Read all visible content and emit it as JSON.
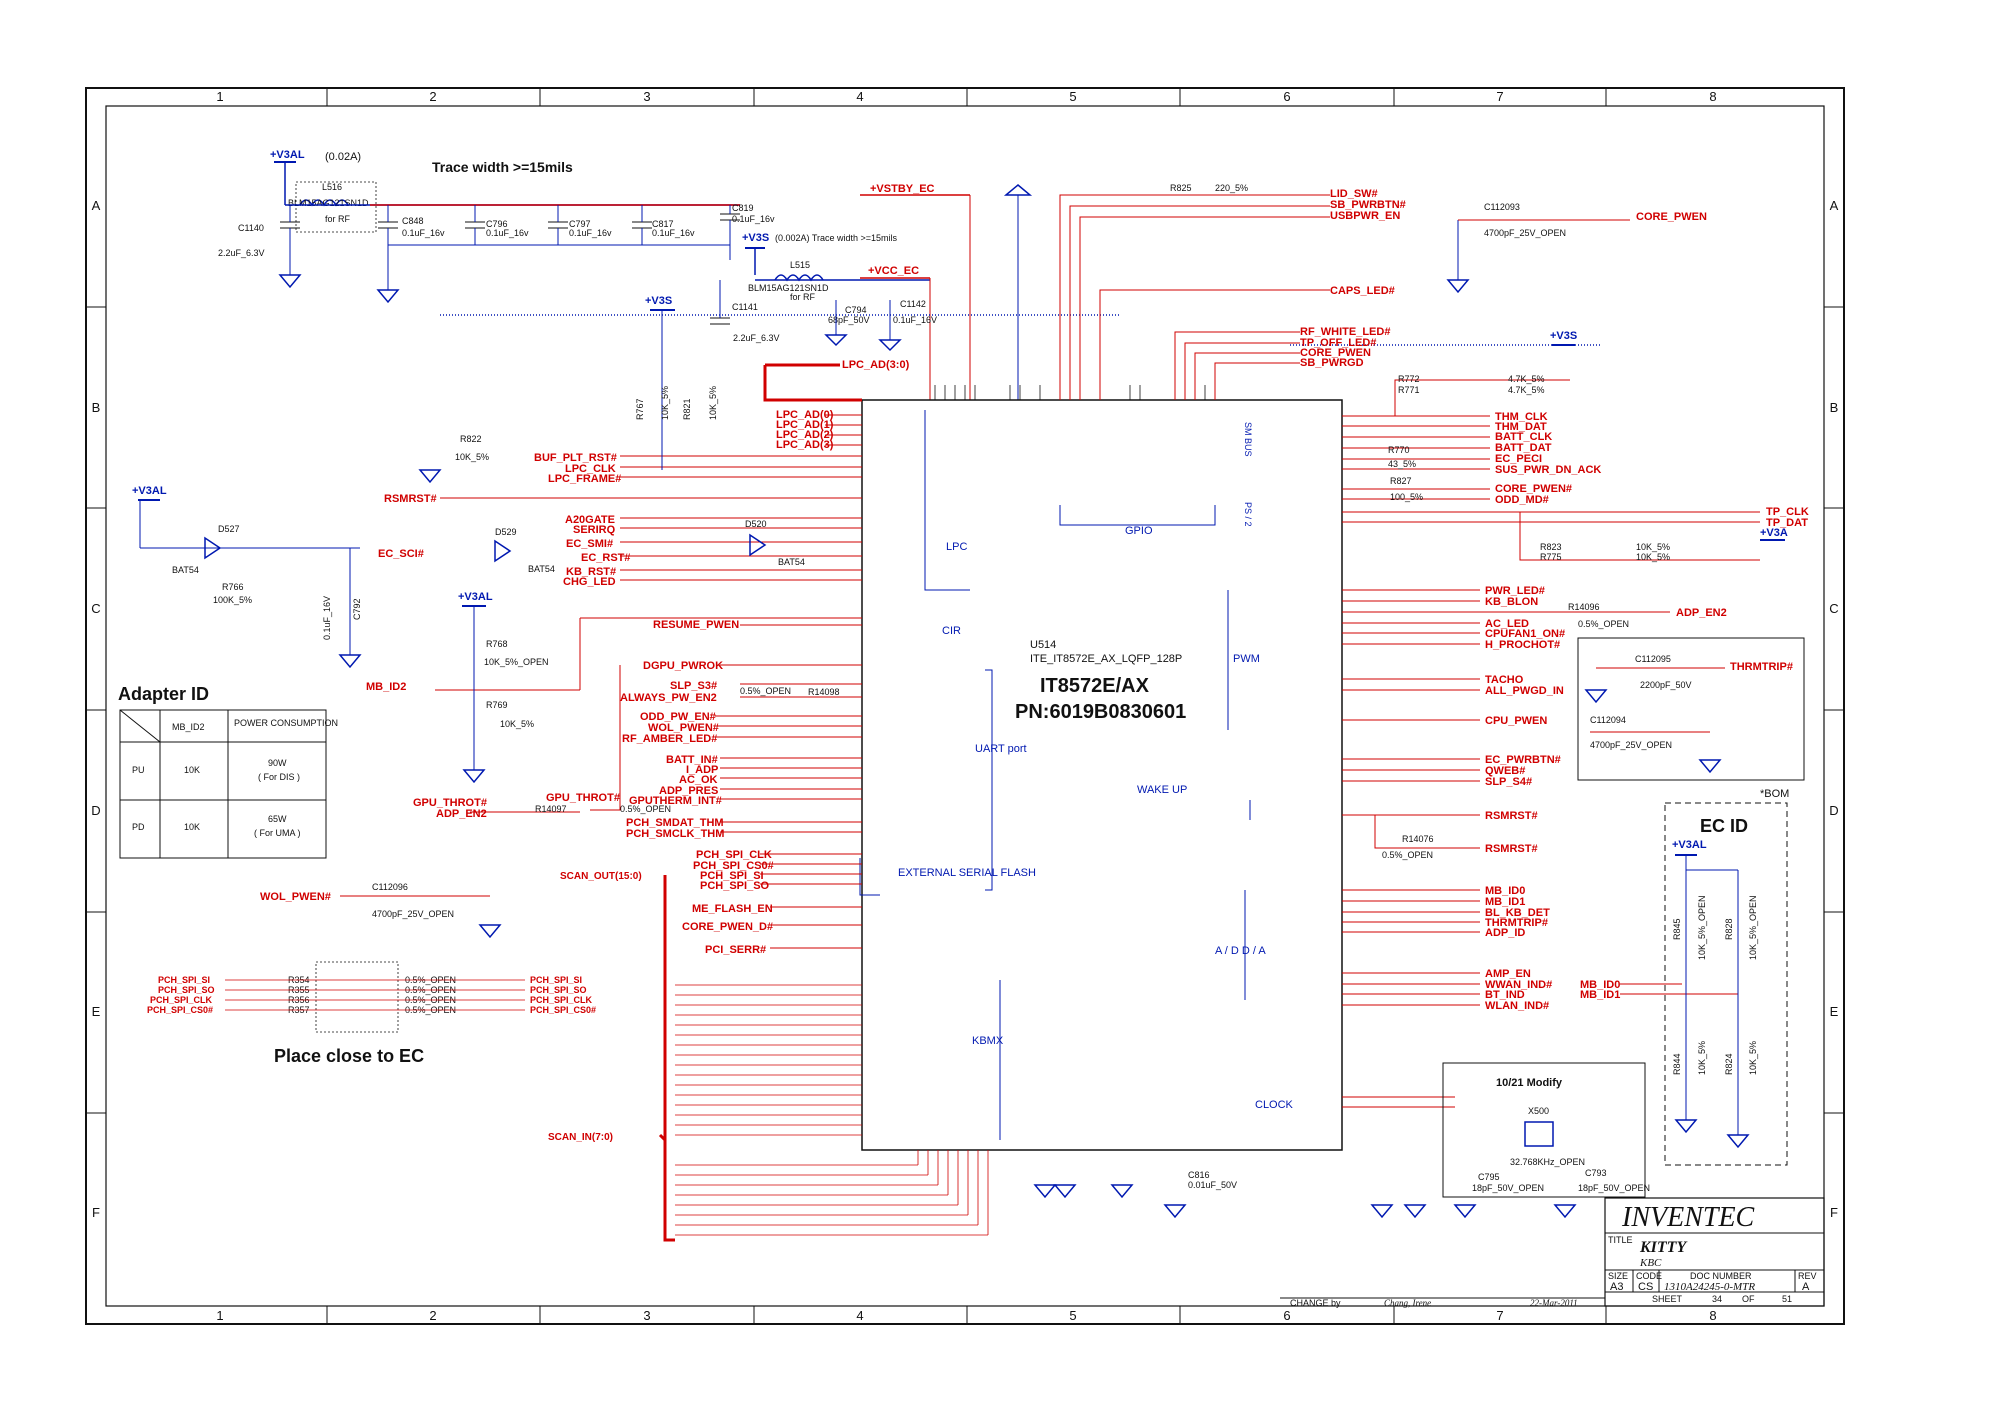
{
  "frame": {
    "col_numbers": [
      "1",
      "2",
      "3",
      "4",
      "5",
      "6",
      "7",
      "8"
    ],
    "row_letters": [
      "A",
      "B",
      "C",
      "D",
      "E",
      "F"
    ]
  },
  "notes": {
    "trace_width_top": "Trace width >=15mils",
    "trace_width_2": "(0.002A) Trace width >=15mils",
    "current_note": "(0.02A)",
    "place_close": "Place close to EC",
    "adapter_id": "Adapter ID",
    "ec_id": "EC ID",
    "bom": "*BOM",
    "modify": "10/21 Modify"
  },
  "power_rails": {
    "v3al": "+V3AL",
    "v3s": "+V3S",
    "v3a": "+V3A",
    "vstby_ec": "+VSTBY_EC",
    "vcc_ec": "+VCC_EC"
  },
  "chip": {
    "ref": "U514",
    "part": "ITE_IT8572E_AX_LQFP_128P",
    "name": "IT8572E/AX",
    "pn": "PN:6019B0830601",
    "blocks": [
      "LPC",
      "CIR",
      "UART port",
      "EXTERNAL SERIAL FLASH",
      "KBMX",
      "GPIO",
      "PWM",
      "WAKE UP",
      "A / D D / A",
      "CLOCK",
      "SM BUS",
      "PS / 2"
    ]
  },
  "components": {
    "l516": "L516",
    "l516_part": "BLM15AG121SN1D",
    "for_rf": "for RF",
    "l515": "L515",
    "l515_part": "BLM15AG121SN1D",
    "c1140": "C1140",
    "c1140_v": "2.2uF_6.3V",
    "c848": "C848",
    "c848_v": "0.1uF_16v",
    "c796": "C796",
    "c796_v": "0.1uF_16v",
    "c797": "C797",
    "c797_v": "0.1uF_16v",
    "c817": "C817",
    "c817_v": "0.1uF_16v",
    "c819": "C819",
    "c819_v": "0.1uF_16v",
    "c1141": "C1141",
    "c1141_v": "2.2uF_6.3V",
    "c794": "C794",
    "c794_v": "68pF_50V",
    "c1142": "C1142",
    "c1142_v": "0.1uF_16V",
    "r825": "R825",
    "r825_v": "220_5%",
    "c112093": "C112093",
    "c112093_v": "4700pF_25V_OPEN",
    "r767": "R767",
    "r767_v": "10K_5%",
    "r821": "R821",
    "r821_v": "10K_5%",
    "r822": "R822",
    "r822_v": "10K_5%",
    "d527": "D527",
    "d529": "D529",
    "d520": "D520",
    "bat54": "BAT54",
    "r766": "R766",
    "r766_v": "100K_5%",
    "c792": "C792",
    "c792_v": "0.1uF_16V",
    "r768": "R768",
    "r768_v": "10K_5%_OPEN",
    "r769": "R769",
    "r769_v": "10K_5%",
    "r14097": "R14097",
    "r14097_v": "0.5%_OPEN",
    "r14098": "R14098",
    "r14098_v": "0.5%_OPEN",
    "c112096": "C112096",
    "c112096_v": "4700pF_25V_OPEN",
    "r354": "R354",
    "r355": "R355",
    "r356": "R356",
    "r357": "R357",
    "r35x_v": "0.5%_OPEN",
    "r772": "R772",
    "r771": "R771",
    "r77x_v": "4.7K_5%",
    "r770": "R770",
    "r770_v": "43_5%",
    "r827": "R827",
    "r827_v": "100_5%",
    "r823": "R823",
    "r775": "R775",
    "r82x_v": "10K_5%",
    "r14096": "R14096",
    "r14096_v": "0.5%_OPEN",
    "c112095": "C112095",
    "c112095_v": "2200pF_50V",
    "c112094": "C112094",
    "c112094_v": "4700pF_25V_OPEN",
    "r14076": "R14076",
    "r14076_v": "0.5%_OPEN",
    "r845": "R845",
    "r845_v": "10K_5%_OPEN",
    "r828": "R828",
    "r828_v": "10K_5%_OPEN",
    "r844": "R844",
    "r844_v": "10K_5%",
    "r824": "R824",
    "r824_v": "10K_5%",
    "c816": "C816",
    "c816_v": "0.01uF_50V",
    "x500": "X500",
    "x500_v": "32.768KHz_OPEN",
    "c795": "C795",
    "c795_v": "18pF_50V_OPEN",
    "c793": "C793",
    "c793_v": "18pF_50V_OPEN"
  },
  "adapter_table": {
    "headers": [
      "",
      "MB_ID2",
      "POWER CONSUMPTION"
    ],
    "rows": [
      [
        "PU",
        "10K",
        "90W",
        "( For DIS )"
      ],
      [
        "PD",
        "10K",
        "65W",
        "( For UMA )"
      ]
    ]
  },
  "left_signals": [
    "BUF_PLT_RST#",
    "LPC_CLK",
    "LPC_FRAME#",
    "RSMRST#",
    "A20GATE",
    "SERIRQ",
    "EC_SMI#",
    "EC_RST#",
    "EC_SCI#",
    "KB_RST#",
    "CHG_LED",
    "RESUME_PWEN",
    "MB_ID2",
    "DGPU_PWROK",
    "SLP_S3#",
    "ALWAYS_PW_EN2",
    "ODD_PW_EN#",
    "WOL_PWEN#",
    "RF_AMBER_LED#",
    "BATT_IN#",
    "I_ADP",
    "AC_OK",
    "ADP_PRES",
    "GPUTHERM_INT#",
    "GPU_THROT#",
    "ADP_EN2",
    "PCH_SMDAT_THM",
    "PCH_SMCLK_THM",
    "PCH_SPI_CLK",
    "PCH_SPI_CS0#",
    "PCH_SPI_SI",
    "PCH_SPI_SO",
    "SCAN_OUT(15:0)",
    "ME_FLASH_EN",
    "CORE_PWEN_D#",
    "PCI_SERR#",
    "SCAN_IN(7:0)",
    "WOL_PWEN#",
    "LPC_AD(3:0)",
    "LPC_AD(0)",
    "LPC_AD(1)",
    "LPC_AD(2)",
    "LPC_AD(3)"
  ],
  "right_signals": [
    "LID_SW#",
    "SB_PWRBTN#",
    "USBPWR_EN",
    "CORE_PWEN",
    "CAPS_LED#",
    "RF_WHITE_LED#",
    "TP_OFF_LED#",
    "CORE_PWEN",
    "SB_PWRGD",
    "THM_CLK",
    "THM_DAT",
    "BATT_CLK",
    "BATT_DAT",
    "EC_PECI",
    "SUS_PWR_DN_ACK",
    "CORE_PWEN#",
    "ODD_MD#",
    "TP_CLK",
    "TP_DAT",
    "PWR_LED#",
    "KB_BLON",
    "ADP_EN2",
    "AC_LED",
    "CPUFAN1_ON#",
    "H_PROCHOT#",
    "THRMTRIP#",
    "TACHO",
    "ALL_PWGD_IN",
    "CPU_PWEN",
    "EC_PWRBTN#",
    "QWEB#",
    "SLP_S4#",
    "RSMRST#",
    "RSMRST#",
    "MB_ID0",
    "MB_ID1",
    "BL_KB_DET",
    "THRMTRIP#",
    "ADP_ID",
    "AMP_EN",
    "WWAN_IND#",
    "BT_IND",
    "WLAN_IND#",
    "MB_ID0",
    "MB_ID1"
  ],
  "titleblock": {
    "company": "INVENTEC",
    "title_label": "TITLE",
    "title": "KITTY",
    "subtitle": "KBC",
    "size_label": "SIZE",
    "size": "A3",
    "code_label": "CODE",
    "code": "CS",
    "doc_label": "DOC NUMBER",
    "doc": "1310A24245-0-MTR",
    "rev_label": "REV",
    "rev": "A",
    "sheet_label": "SHEET",
    "sheet": "34",
    "of_label": "OF",
    "of": "51",
    "change_label": "CHANGE by",
    "change_by": "Chang, Irene",
    "date": "22-Mar-2011"
  }
}
